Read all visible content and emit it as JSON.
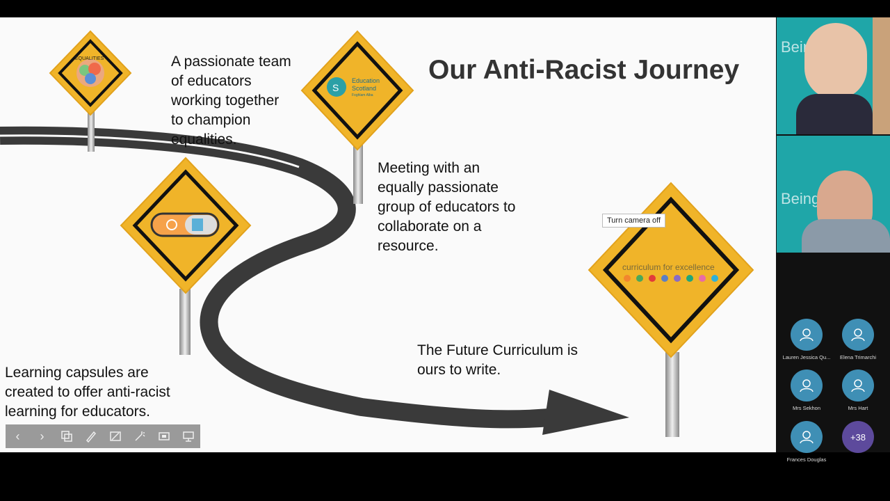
{
  "slide": {
    "title": "Our Anti-Racist Journey",
    "text_team": "A passionate team\nof educators\nworking together\nto champion\nequalities.",
    "text_meeting": "Meeting with an\nequally passionate\ngroup of educators to\ncollaborate on a\nresource.",
    "text_capsules": "Learning capsules are\ncreated to offer anti-racist\nlearning for educators.",
    "text_future": "The Future Curriculum is\nours to write.",
    "sign_equalities": "EQUALITIES",
    "sign_es_line1": "Education",
    "sign_es_line2": "Scotland",
    "sign_es_line3": "Foghlam Alba",
    "sign_cfe": "curriculum for excellence",
    "sign_color": "#f0b429",
    "road_color": "#3a3a3a"
  },
  "tooltip": {
    "label": "Turn camera off"
  },
  "toolbar": {
    "buttons": [
      "prev-slide",
      "next-slide",
      "copy",
      "pen",
      "highlighter",
      "laser",
      "screen",
      "presenter-view"
    ]
  },
  "participants": {
    "video_tile_1_caption": "Being",
    "video_tile_2_caption": "Being",
    "people": [
      {
        "name": "Lauren Jessica Qu..."
      },
      {
        "name": "Elena Trimarchi"
      },
      {
        "name": "Mrs Sekhon"
      },
      {
        "name": "Mrs Hart"
      },
      {
        "name": "Frances Douglas"
      }
    ],
    "more_count": "+38",
    "avatar_color": "#3f8fb5",
    "more_color": "#5d4a9c"
  }
}
